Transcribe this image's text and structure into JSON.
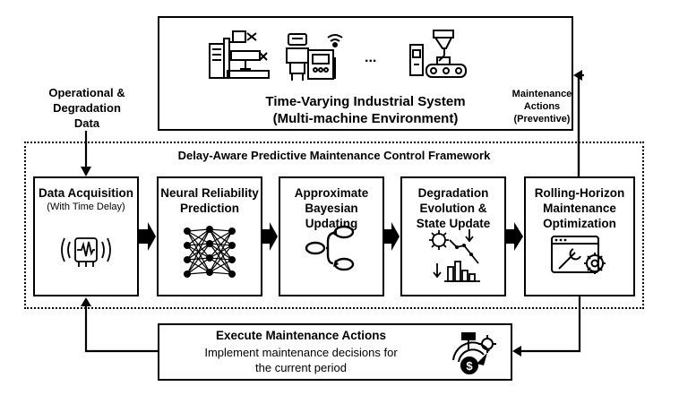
{
  "system": {
    "title_line1": "Time-Varying Industrial System",
    "title_line2": "(Multi-machine Environment)",
    "ellipsis": "..."
  },
  "input_label": {
    "line1": "Operational &",
    "line2": "Degradation",
    "line3": "Data"
  },
  "maintenance_label": {
    "line1": "Maintenance",
    "line2": "Actions",
    "line3": "(Preventive)"
  },
  "framework": {
    "title": "Delay-Aware Predictive Maintenance Control Framework"
  },
  "modules": [
    {
      "title_line1": "Data Acquisition",
      "title_line2": "",
      "title_line3": "",
      "subtitle": "(With Time Delay)",
      "icon": "sensor-signal-icon"
    },
    {
      "title_line1": "Neural Reliability",
      "title_line2": "Prediction",
      "title_line3": "",
      "subtitle": "",
      "icon": "neural-network-icon"
    },
    {
      "title_line1": "Approximate",
      "title_line2": "Bayesian Updating",
      "title_line3": "",
      "subtitle": "",
      "icon": "bayesian-update-icon"
    },
    {
      "title_line1": "Degradation",
      "title_line2": "Evolution &",
      "title_line3": "State Update",
      "subtitle": "",
      "icon": "degradation-chart-icon"
    },
    {
      "title_line1": "Rolling-Horizon",
      "title_line2": "Maintenance",
      "title_line3": "Optimization",
      "subtitle": "",
      "icon": "optimization-settings-icon"
    }
  ],
  "execute": {
    "title": "Execute Maintenance Actions",
    "line1": "Implement maintenance decisions for",
    "line2": "the current period",
    "icon": "maintenance-cost-icon"
  }
}
